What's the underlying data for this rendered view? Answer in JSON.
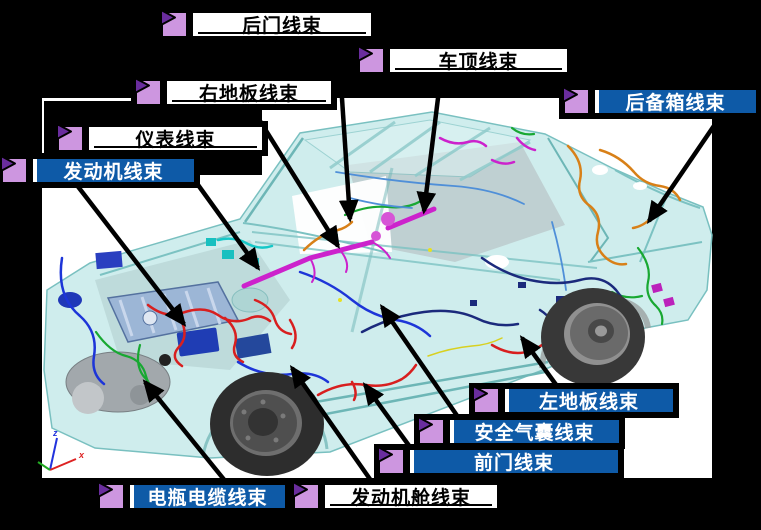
{
  "slide": {
    "background": "#000000",
    "viewport_background": "#ffffff",
    "description": "Translucent CAD body-in-white of a sedan showing wiring harness routing"
  },
  "labels": [
    {
      "id": "rear-door",
      "text": "后门线束",
      "style": "white"
    },
    {
      "id": "roof",
      "text": "车顶线束",
      "style": "white"
    },
    {
      "id": "right-floor",
      "text": "右地板线束",
      "style": "white"
    },
    {
      "id": "instrument",
      "text": "仪表线束",
      "style": "white"
    },
    {
      "id": "engine",
      "text": "发动机线束",
      "style": "blue"
    },
    {
      "id": "trunk",
      "text": "后备箱线束",
      "style": "blue"
    },
    {
      "id": "left-floor",
      "text": "左地板线束",
      "style": "blue"
    },
    {
      "id": "airbag",
      "text": "安全气囊线束",
      "style": "blue"
    },
    {
      "id": "front-door",
      "text": "前门线束",
      "style": "blue"
    },
    {
      "id": "battery-cable",
      "text": "电瓶电缆线束",
      "style": "blue"
    },
    {
      "id": "engine-bay",
      "text": "发动机舱线束",
      "style": "white"
    }
  ],
  "colors": {
    "label_blue": "#0e5aa7",
    "icon_purple_light": "#cd96e0",
    "icon_purple_dark": "#6a2d9e",
    "body_cyan": "#cbecec",
    "harness_red": "#d81f1f",
    "harness_green": "#18a832",
    "harness_blue": "#1d35d8",
    "harness_navy": "#1b2a7c",
    "harness_magenta": "#cc22cc",
    "harness_orange": "#d88018",
    "harness_cyan": "#15c8c8"
  },
  "axis_triad": {
    "x_label": "x",
    "z_label": "z"
  }
}
